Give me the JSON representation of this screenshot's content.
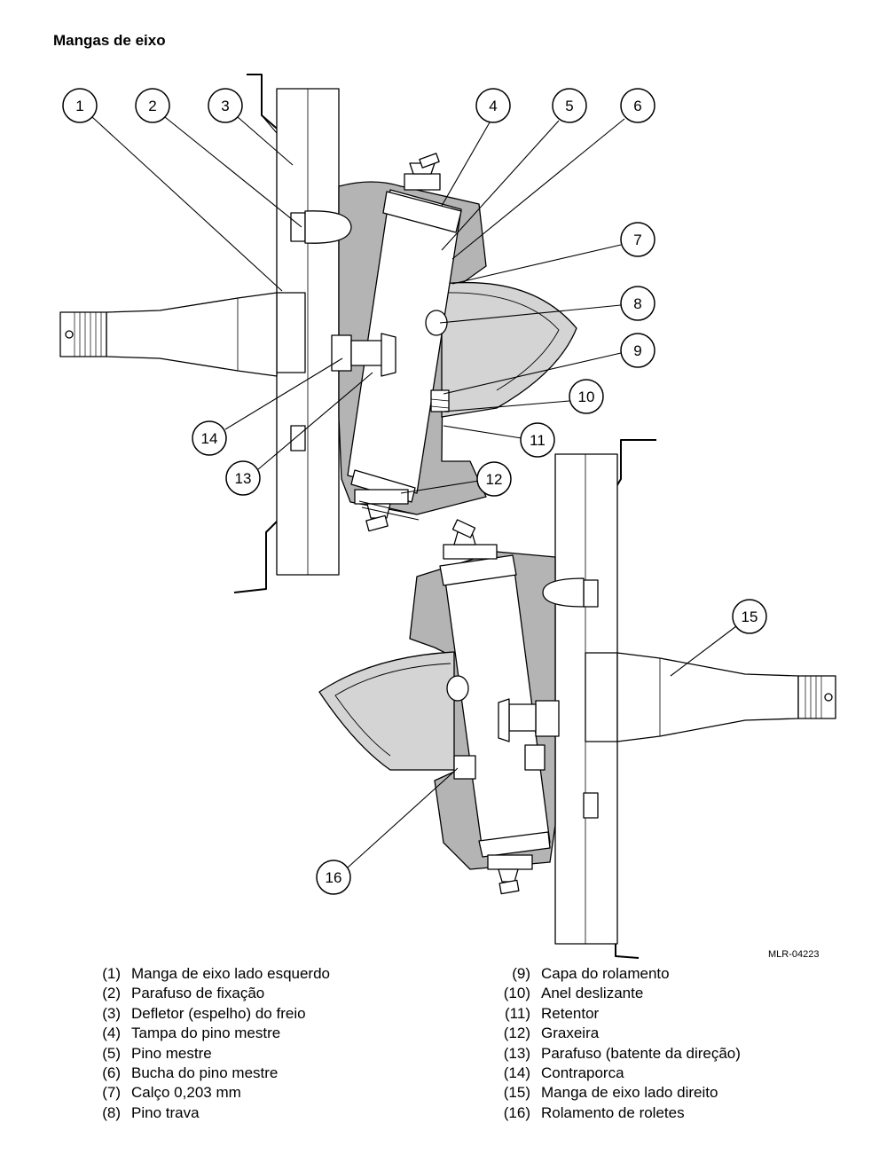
{
  "title": "Mangas de eixo",
  "figure_id": "MLR-04223",
  "callouts": [
    "1",
    "2",
    "3",
    "4",
    "5",
    "6",
    "7",
    "8",
    "9",
    "10",
    "11",
    "12",
    "13",
    "14",
    "15",
    "16"
  ],
  "legend_left": [
    {
      "num": "(1)",
      "text": "Manga de eixo lado esquerdo"
    },
    {
      "num": "(2)",
      "text": "Parafuso de fixação"
    },
    {
      "num": "(3)",
      "text": "Defletor (espelho) do freio"
    },
    {
      "num": "(4)",
      "text": "Tampa do pino mestre"
    },
    {
      "num": "(5)",
      "text": "Pino mestre"
    },
    {
      "num": "(6)",
      "text": "Bucha do pino mestre"
    },
    {
      "num": "(7)",
      "text": "Calço 0,203 mm"
    },
    {
      "num": "(8)",
      "text": "Pino trava"
    }
  ],
  "legend_right": [
    {
      "num": "(9)",
      "text": "Capa do rolamento"
    },
    {
      "num": "(10)",
      "text": "Anel deslizante"
    },
    {
      "num": "(11)",
      "text": "Retentor"
    },
    {
      "num": "(12)",
      "text": "Graxeira"
    },
    {
      "num": "(13)",
      "text": "Parafuso (batente da direção)"
    },
    {
      "num": "(14)",
      "text": "Contraporca"
    },
    {
      "num": "(15)",
      "text": "Manga de eixo lado direito"
    },
    {
      "num": "(16)",
      "text": "Rolamento de roletes"
    }
  ]
}
